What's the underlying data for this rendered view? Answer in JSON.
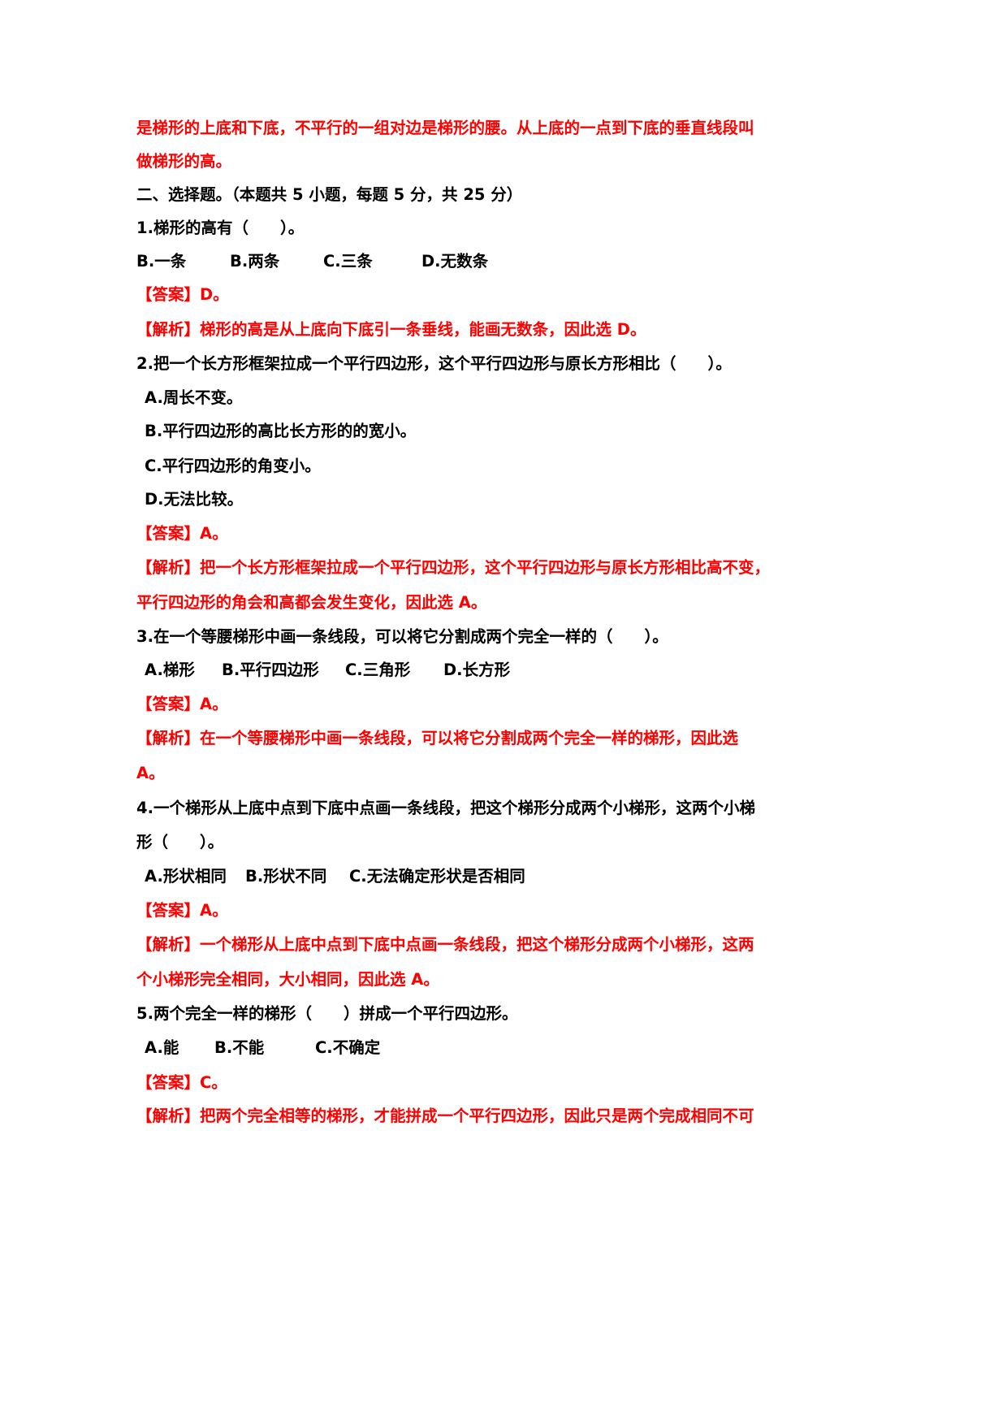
{
  "document": {
    "intro_continuation": {
      "line1": "是梯形的上底和下底，不平行的一组对边是梯形的腰。从上底的一点到下底的垂直线段叫",
      "line2": "做梯形的高。"
    },
    "section_title": "二、选择题。（本题共 5 小题，每题 5 分，共 25 分）",
    "questions": [
      {
        "stem": "1.梯形的高有（　　）。",
        "options": [
          "B.一条",
          "B.两条",
          "C.三条",
          "D.无数条"
        ],
        "answer": "【答案】D。",
        "analysis": [
          "【解析】梯形的高是从上底向下底引一条垂线，能画无数条，因此选 D。"
        ]
      },
      {
        "stem": "2.把一个长方形框架拉成一个平行四边形，这个平行四边形与原长方形相比（　　）。",
        "options": [
          "A.周长不变。",
          "B.平行四边形的高比长方形的的宽小。",
          "C.平行四边形的角变小。",
          "D.无法比较。"
        ],
        "answer": "【答案】A。",
        "analysis": [
          "【解析】把一个长方形框架拉成一个平行四边形，这个平行四边形与原长方形相比高不变，",
          "平行四边形的角会和高都会发生变化，因此选 A。"
        ]
      },
      {
        "stem": "3.在一个等腰梯形中画一条线段，可以将它分割成两个完全一样的（　　）。",
        "options": [
          "A.梯形",
          "B.平行四边形",
          "C.三角形",
          "D.长方形"
        ],
        "answer": "【答案】A。",
        "analysis": [
          "【解析】在一个等腰梯形中画一条线段，可以将它分割成两个完全一样的梯形，因此选",
          "A。"
        ]
      },
      {
        "stem_lines": [
          "4.一个梯形从上底中点到下底中点画一条线段，把这个梯形分成两个小梯形，这两个小梯",
          "形（　　）。"
        ],
        "options": [
          "A.形状相同",
          "B.形状不同",
          "C.无法确定形状是否相同"
        ],
        "answer": "【答案】A。",
        "analysis": [
          "【解析】一个梯形从上底中点到下底中点画一条线段，把这个梯形分成两个小梯形，这两",
          "个小梯形完全相同，大小相同，因此选 A。"
        ]
      },
      {
        "stem": "5.两个完全一样的梯形（　　）拼成一个平行四边形。",
        "options": [
          "A.能",
          "B.不能",
          "C.不确定"
        ],
        "answer": "【答案】C。",
        "analysis": [
          "【解析】把两个完全相等的梯形，才能拼成一个平行四边形，因此只是两个完成相同不可"
        ]
      }
    ]
  },
  "colors": {
    "answer_red": "#ff0000",
    "body_black": "#000000"
  }
}
